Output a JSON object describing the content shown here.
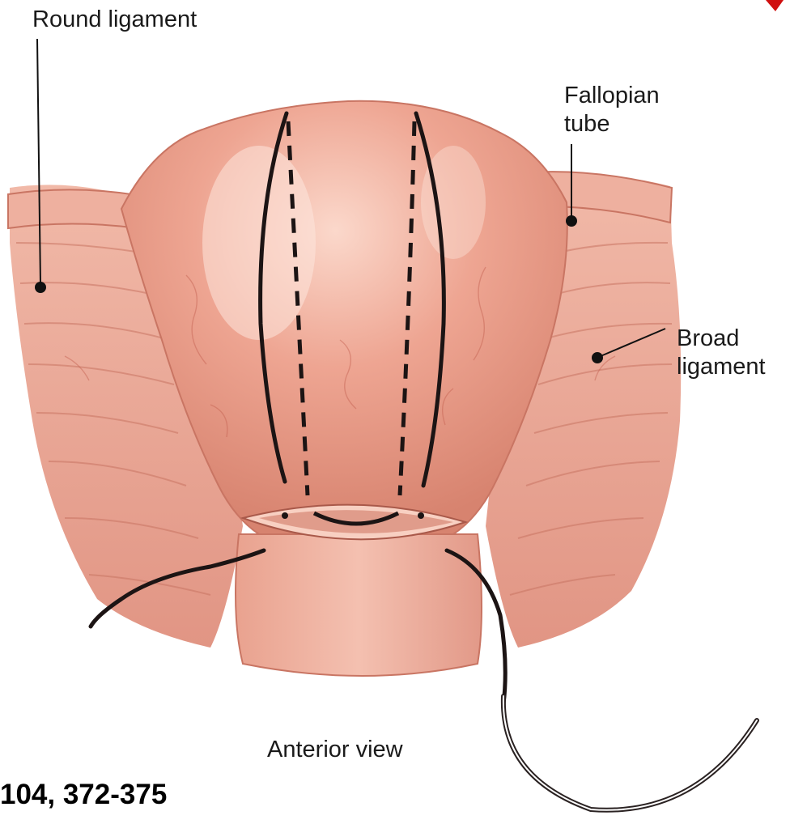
{
  "labels": {
    "round_ligament": "Round ligament",
    "fallopian_tube_line1": "Fallopian",
    "fallopian_tube_line2": "tube",
    "broad_ligament_line1": "Broad",
    "broad_ligament_line2": "ligament",
    "view": "Anterior view"
  },
  "reference": "104, 372-375",
  "colors": {
    "tissue": "#e79a86",
    "tissue_light": "#f6c4b4",
    "tissue_shadow": "#c86e5e",
    "suture": "#1c1414",
    "corner_accent": "#d01010"
  }
}
